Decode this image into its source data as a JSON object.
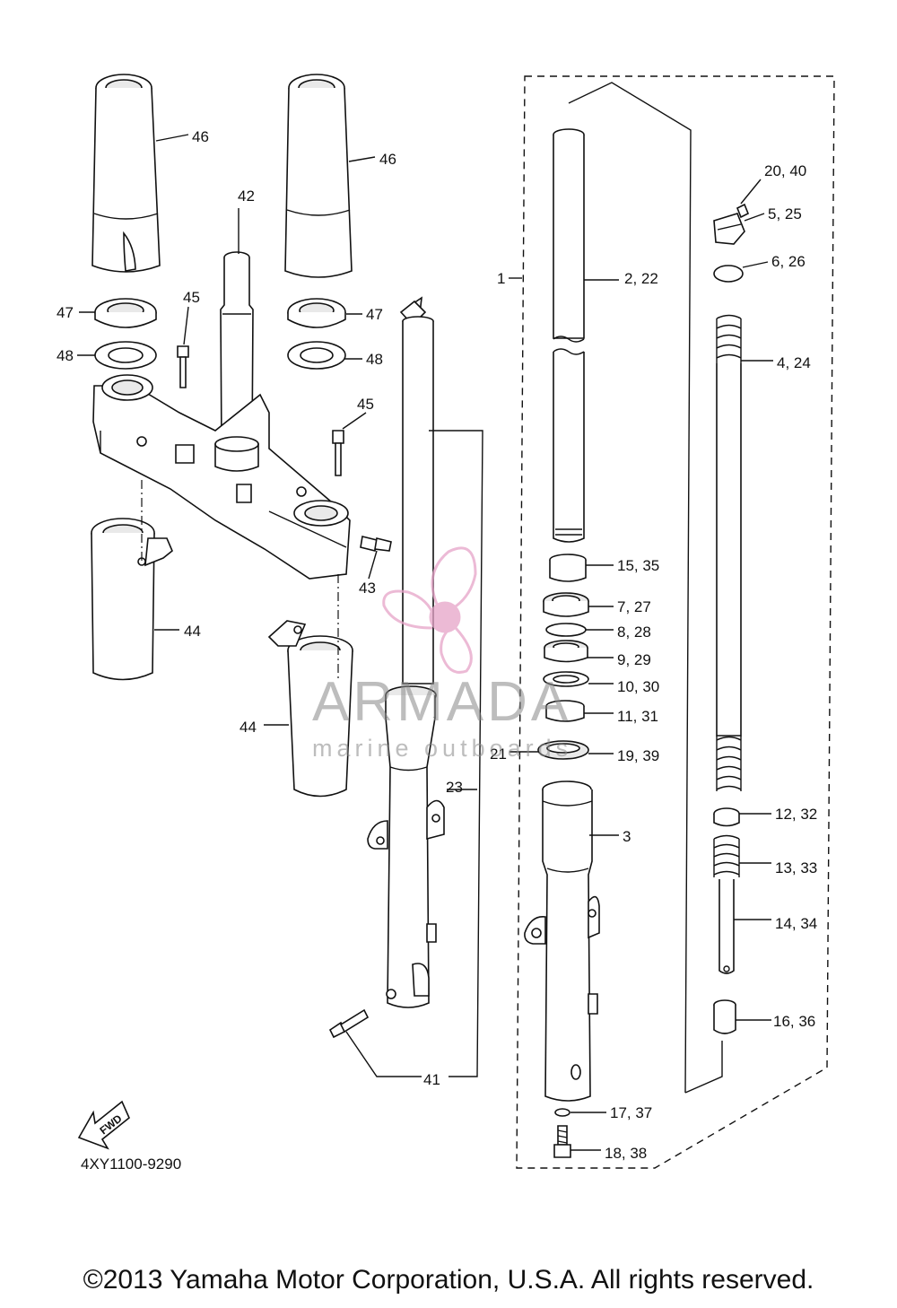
{
  "diagram": {
    "code": "4XY1100-9290",
    "fwd_label": "FWD",
    "labels": {
      "l1": "1",
      "l2_22": "2, 22",
      "l3": "3",
      "l4_24": "4, 24",
      "l5_25": "5, 25",
      "l6_26": "6, 26",
      "l7_27": "7, 27",
      "l8_28": "8, 28",
      "l9_29": "9, 29",
      "l10_30": "10, 30",
      "l11_31": "11, 31",
      "l12_32": "12, 32",
      "l13_33": "13, 33",
      "l14_34": "14, 34",
      "l15_35": "15, 35",
      "l16_36": "16, 36",
      "l17_37": "17, 37",
      "l18_38": "18, 38",
      "l19_39": "19, 39",
      "l20_40": "20, 40",
      "l21": "21",
      "l23": "23",
      "l41": "41",
      "l42": "42",
      "l43": "43",
      "l44a": "44",
      "l44b": "44",
      "l45a": "45",
      "l45b": "45",
      "l46a": "46",
      "l46b": "46",
      "l47a": "47",
      "l47b": "47",
      "l48a": "48",
      "l48b": "48"
    }
  },
  "watermark": {
    "name": "ARMADA",
    "tagline": "marine outboards",
    "color": "#e6a3c8"
  },
  "footer": {
    "copyright": "©2013 Yamaha Motor Corporation, U.S.A. All rights reserved."
  }
}
